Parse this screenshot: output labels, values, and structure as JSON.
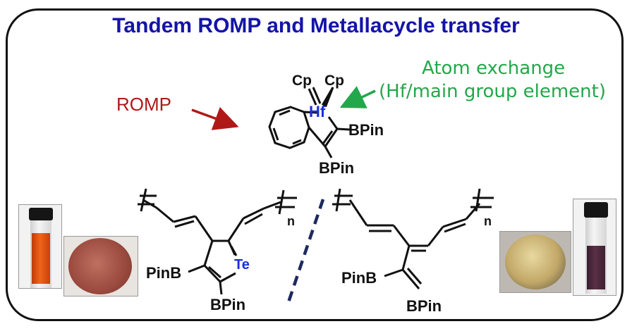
{
  "title": "Tandem ROMP and Metallacycle transfer",
  "labels": {
    "romp": "ROMP",
    "atom_exchange_line1": "Atom exchange",
    "atom_exchange_line2": "(Hf/main group element)"
  },
  "chem_labels": {
    "cp_left": "Cp",
    "cp_right": "Cp",
    "hf": "Hf",
    "bpin_hf_right": "BPin",
    "bpin_hf_bottom": "BPin",
    "n_left": "n",
    "n_right": "n",
    "pinb_left": "PinB",
    "te": "Te",
    "bpin_left_bottom": "BPin",
    "pinb_right": "PinB",
    "bpin_right_bottom": "BPin"
  },
  "colors": {
    "title": "#1414a8",
    "romp": "#b01818",
    "atom_exchange": "#22a84a",
    "heteroatom": "#1a2fd6",
    "orange_solution": "#e0480e",
    "purple_solution": "#4a2438",
    "red_film": "#b06050",
    "gold_film": "#c8b070"
  }
}
